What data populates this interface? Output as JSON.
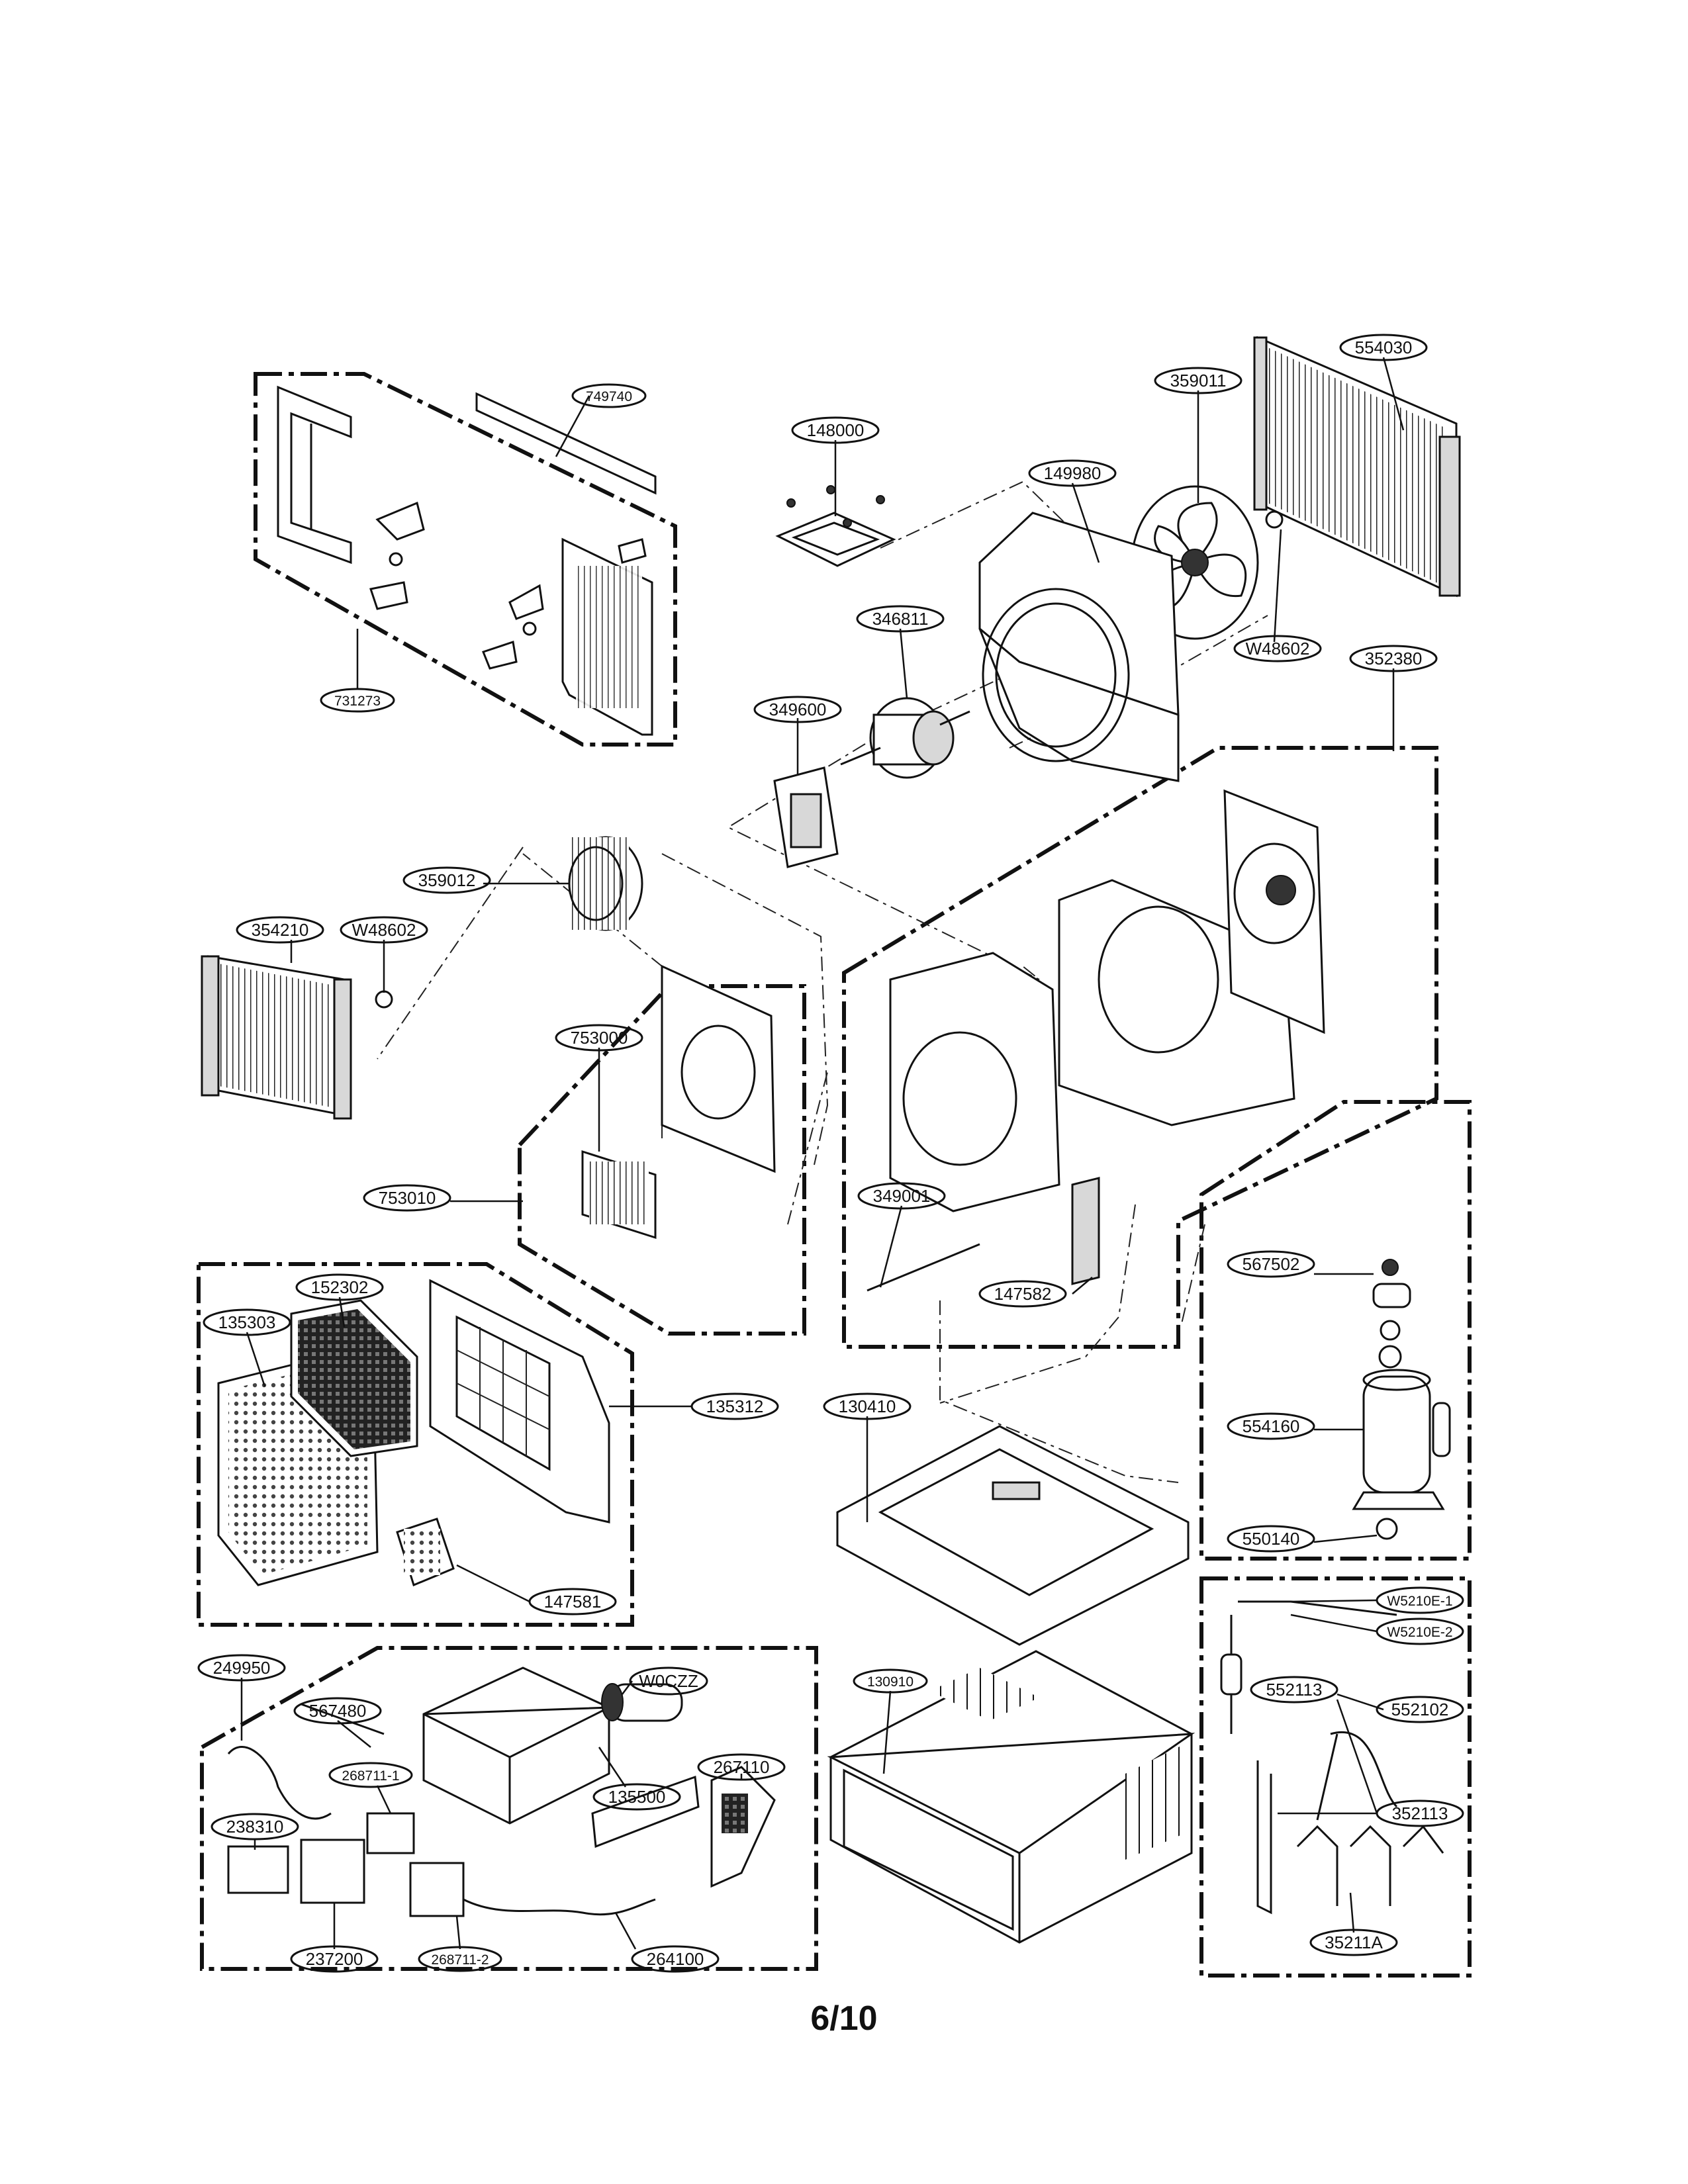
{
  "page_number": "6/10",
  "callouts": [
    "749740",
    "731273",
    "148000",
    "149980",
    "359011",
    "554030",
    "W48602",
    "346811",
    "349600",
    "352380",
    "359012",
    "354210",
    "W48602",
    "753000",
    "753010",
    "349001",
    "147582",
    "567502",
    "554160",
    "550140",
    "135303",
    "152302",
    "135312",
    "147581",
    "130410",
    "249950",
    "567480",
    "W0CZZ",
    "268711-1",
    "135500",
    "267110",
    "238310",
    "237200",
    "268711-2",
    "264100",
    "130910",
    "W5210E-1",
    "W5210E-2",
    "552113",
    "552102",
    "352113",
    "35211A"
  ]
}
